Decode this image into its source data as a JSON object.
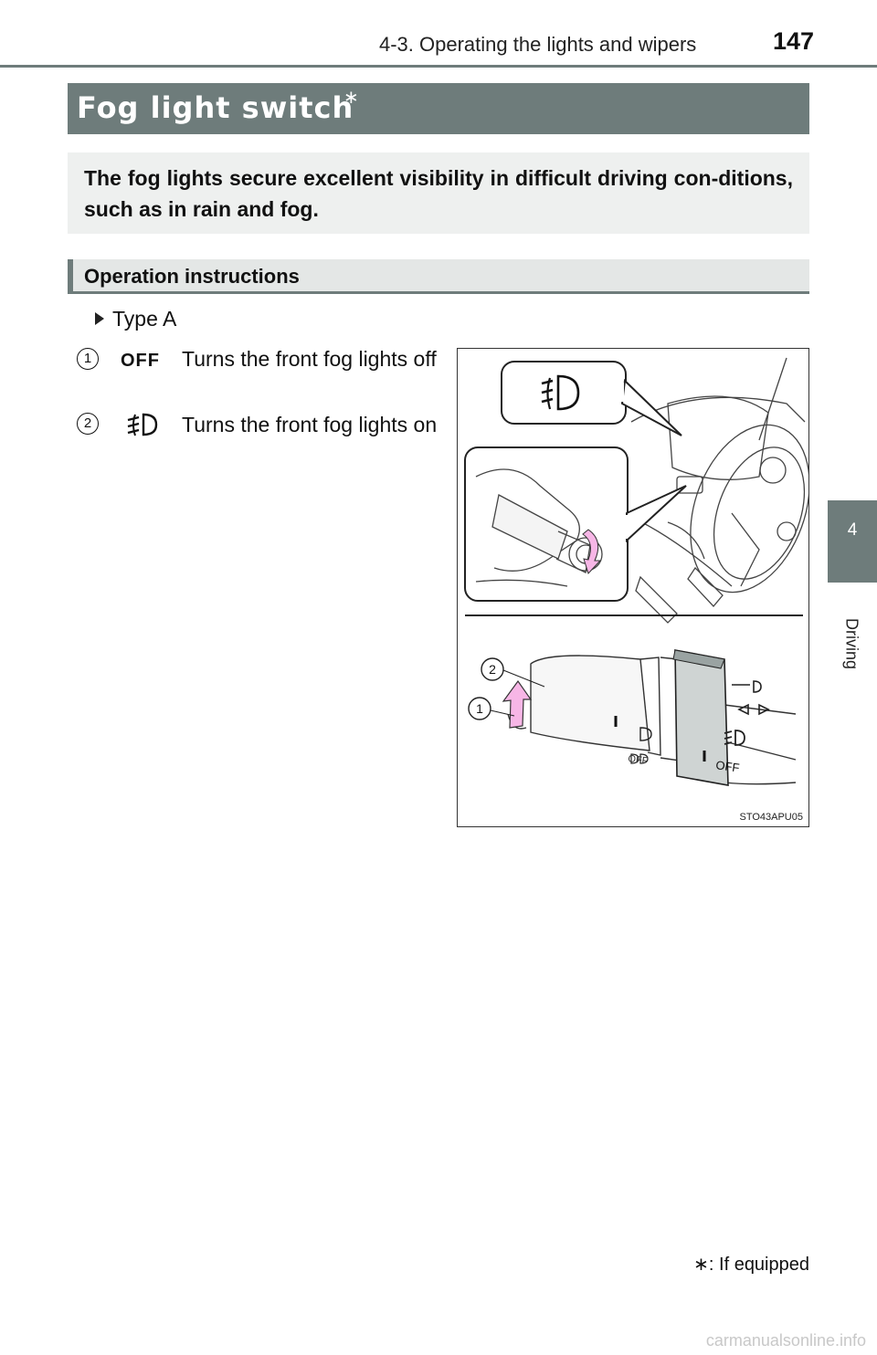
{
  "header": {
    "section": "4-3. Operating the lights and wipers",
    "page_number": "147"
  },
  "side_tab": {
    "chapter_number": "4",
    "chapter_label": "Driving"
  },
  "title": {
    "text": "Fog light switch",
    "marker": "∗"
  },
  "intro": "The fog lights secure excellent visibility in difficult driving con-ditions, such as in rain and fog.",
  "section_heading": "Operation instructions",
  "type_label": "Type A",
  "items": [
    {
      "number": "1",
      "symbol": "OFF",
      "text": "Turns the front fog lights off"
    },
    {
      "number": "2",
      "symbol": "fog-light-icon",
      "text": "Turns the front fog lights on"
    }
  ],
  "figure": {
    "code": "STO43APU05",
    "callouts": [
      "2",
      "1"
    ],
    "lever_labels": [
      "OFF",
      "OFF"
    ],
    "accent_color": "#f7b6e6"
  },
  "footnote": {
    "marker": "∗",
    "text": ": If equipped"
  },
  "watermark": "carmanualsonline.info"
}
